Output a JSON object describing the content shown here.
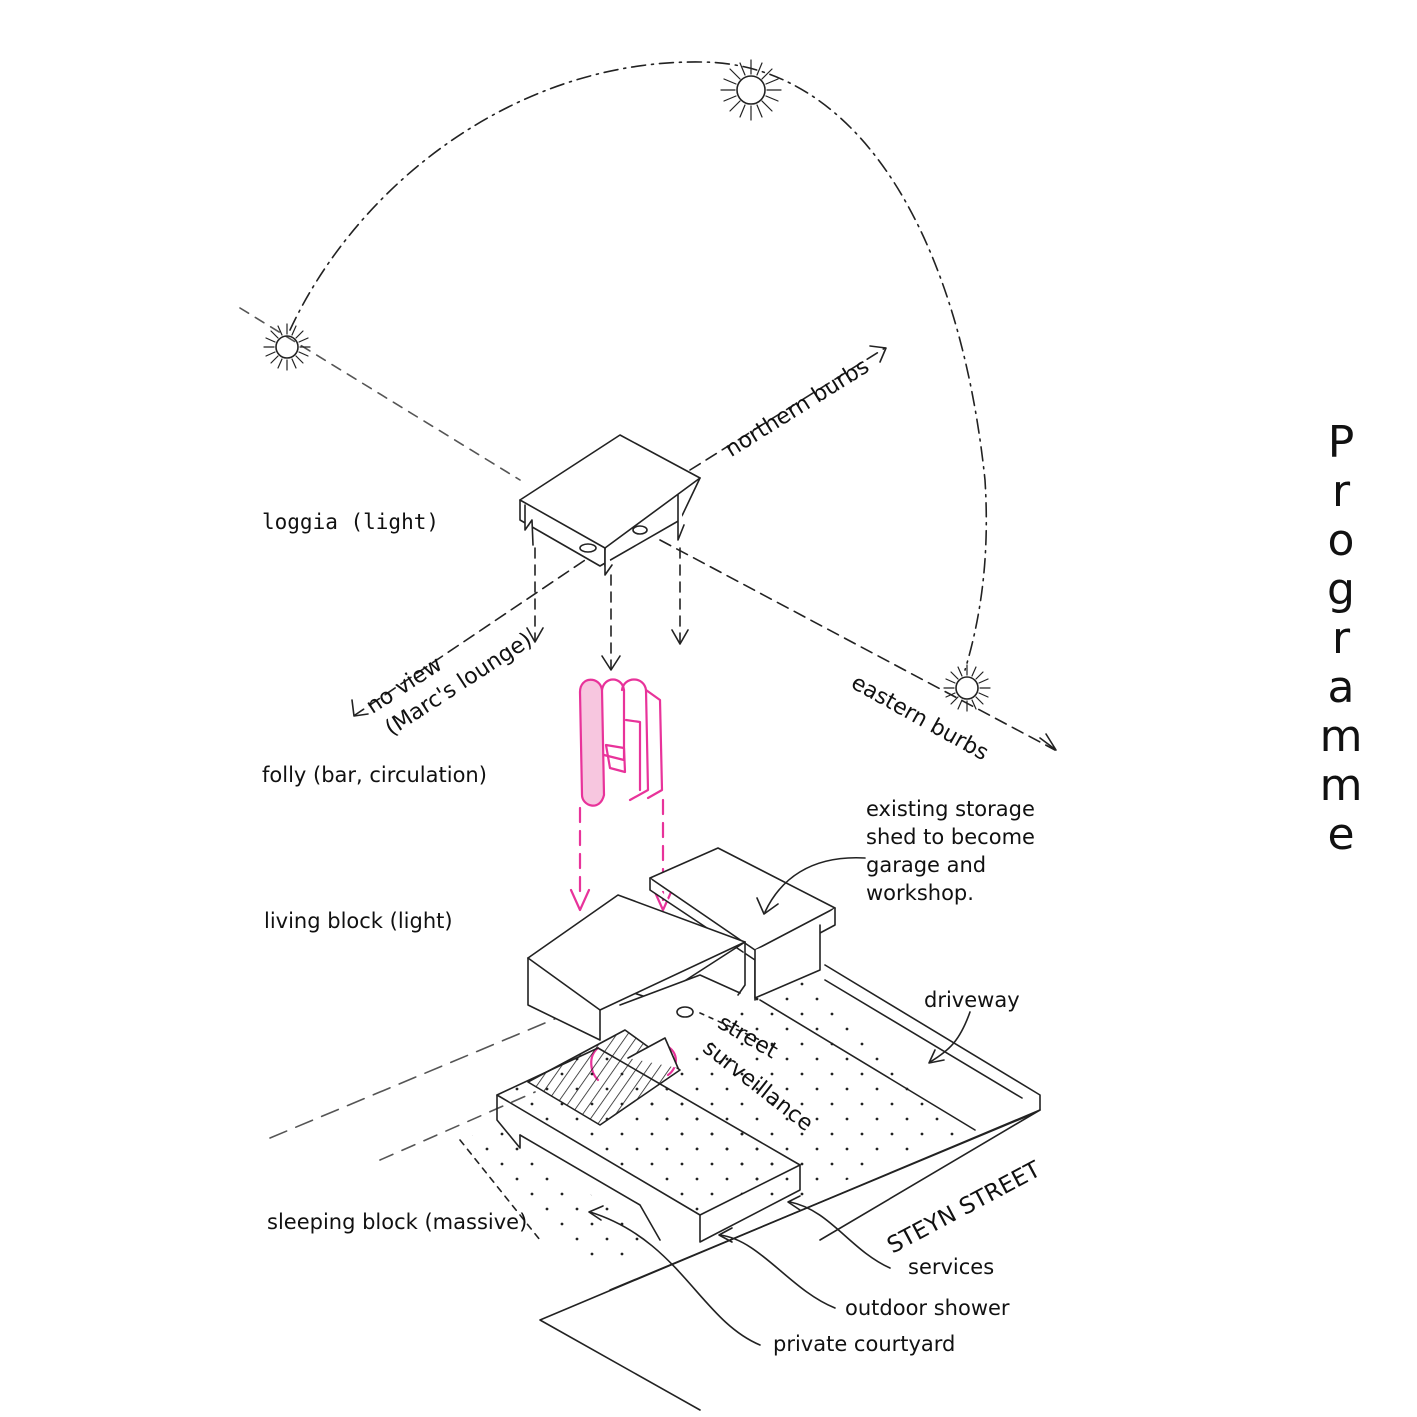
{
  "title": "Programme",
  "labels": {
    "loggia": "loggia (light)",
    "folly": "folly (bar, circulation)",
    "living": "living block (light)",
    "sleeping": "sleeping block (massive)",
    "northern": "northern burbs",
    "eastern": "eastern burbs",
    "noview_1": "no view",
    "noview_2": "(Marc's lounge)",
    "storage_1": "existing storage",
    "storage_2": "shed to become",
    "storage_3": "garage and",
    "storage_4": "workshop.",
    "driveway": "driveway",
    "street_1": "street",
    "street_2": "surveillance",
    "steyn": "STEYN STREET",
    "services": "services",
    "shower": "outdoor shower",
    "courtyard": "private courtyard"
  },
  "colors": {
    "ink": "#111111",
    "accent": "#e8339a",
    "paper": "#ffffff"
  }
}
